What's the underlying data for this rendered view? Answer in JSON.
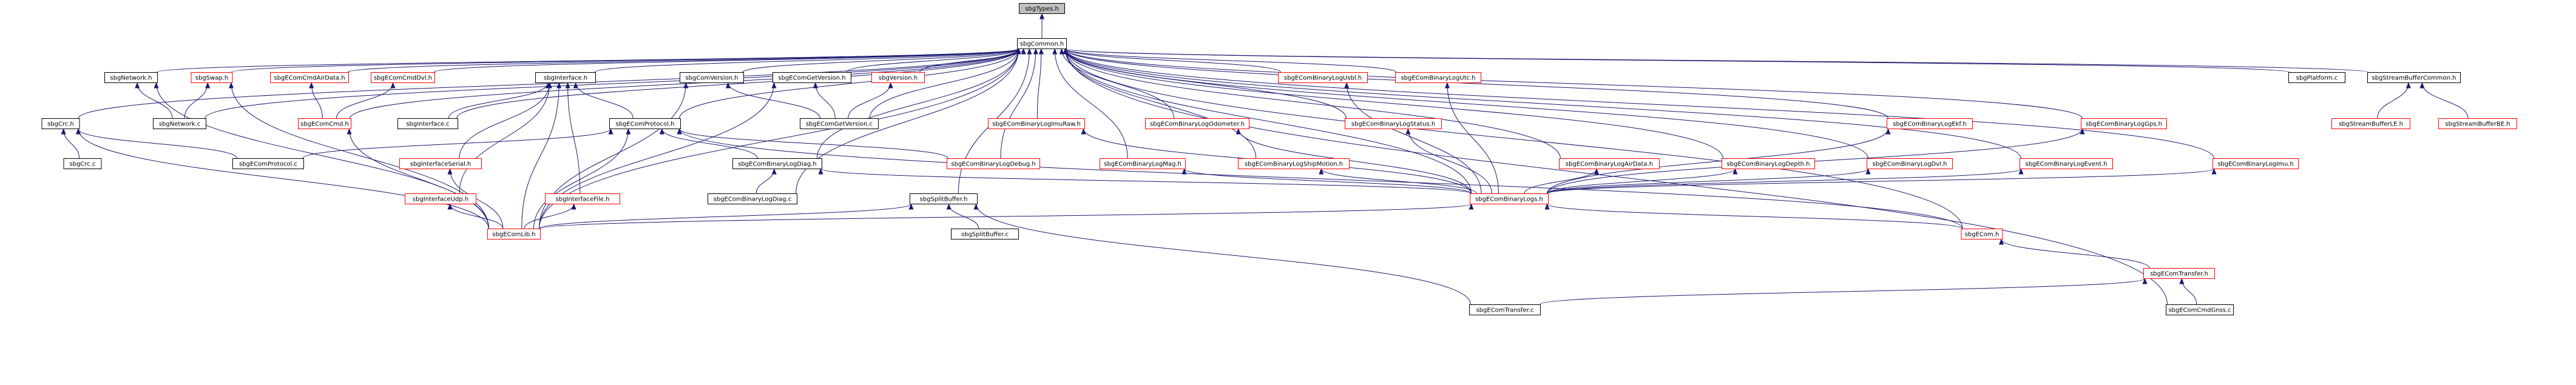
{
  "colors": {
    "edge": "#191970",
    "node_fill": "#ffffff",
    "node_border_default": "#000000",
    "node_border_missing": "#ff0000",
    "root_fill": "#bfbfbf"
  },
  "nodes": {
    "sbgTypes_h": {
      "label": "sbgTypes.h",
      "style": "root"
    },
    "sbgCommon_h": {
      "label": "sbgCommon.h",
      "style": "normal"
    },
    "sbgNetwork_h": {
      "label": "sbgNetwork.h",
      "style": "normal"
    },
    "sbgSwap_h": {
      "label": "sbgSwap.h",
      "style": "missing"
    },
    "sbgEComCmdAirData_h": {
      "label": "sbgEComCmdAirData.h",
      "style": "missing"
    },
    "sbgEComCmdDvl_h": {
      "label": "sbgEComCmdDvl.h",
      "style": "missing"
    },
    "sbgInterface_h": {
      "label": "sbgInterface.h",
      "style": "normal"
    },
    "sbgComVersion_h": {
      "label": "sbgComVersion.h",
      "style": "normal"
    },
    "sbgEComGetVersion_h": {
      "label": "sbgEComGetVersion.h",
      "style": "normal"
    },
    "sbgVersion_h": {
      "label": "sbgVersion.h",
      "style": "missing"
    },
    "sbgEComBinaryLogUsbl_h": {
      "label": "sbgEComBinaryLogUsbl.h",
      "style": "missing"
    },
    "sbgEComBinaryLogUtc_h": {
      "label": "sbgEComBinaryLogUtc.h",
      "style": "missing"
    },
    "sbgPlatform_c": {
      "label": "sbgPlatform.c",
      "style": "normal"
    },
    "sbgStreamBufferCommon_h": {
      "label": "sbgStreamBufferCommon.h",
      "style": "normal"
    },
    "sbgCrc_h": {
      "label": "sbgCrc.h",
      "style": "normal"
    },
    "sbgNetwork_c": {
      "label": "sbgNetwork.c",
      "style": "normal"
    },
    "sbgEComCmd_h": {
      "label": "sbgEComCmd.h",
      "style": "missing"
    },
    "sbgInterface_c": {
      "label": "sbgInterface.c",
      "style": "normal"
    },
    "sbgECom_Protocol_h": {
      "label": "sbgEComProtocol.h",
      "style": "normal"
    },
    "sbgEComGetVersion_c": {
      "label": "sbgEComGetVersion.c",
      "style": "normal"
    },
    "sbgEComBinaryLogImuRaw_h": {
      "label": "sbgEComBinaryLogImuRaw.h",
      "style": "missing"
    },
    "sbgEComBinaryLogOdometer_h": {
      "label": "sbgEComBinaryLogOdometer.h",
      "style": "missing"
    },
    "sbgEComBinaryLogStatus_h": {
      "label": "sbgEComBinaryLogStatus.h",
      "style": "missing"
    },
    "sbgEComBinaryLogEkf_h": {
      "label": "sbgEComBinaryLogEkf.h",
      "style": "missing"
    },
    "sbgEComBinaryLogGps_h": {
      "label": "sbgEComBinaryLogGps.h",
      "style": "missing"
    },
    "sbgStreamBufferLE_h": {
      "label": "sbgStreamBufferLE.h",
      "style": "missing"
    },
    "sbgStreamBufferBE_h": {
      "label": "sbgStreamBufferBE.h",
      "style": "missing"
    },
    "sbgCrc_c": {
      "label": "sbgCrc.c",
      "style": "normal"
    },
    "sbgEComProtocol_c": {
      "label": "sbgEComProtocol.c",
      "style": "normal"
    },
    "sbgInterfaceSerial_h": {
      "label": "sbgInterfaceSerial.h",
      "style": "missing"
    },
    "sbgEComBinaryLogDiag_h": {
      "label": "sbgEComBinaryLogDiag.h",
      "style": "normal"
    },
    "sbgEComBinaryLogDebug_h": {
      "label": "sbgEComBinaryLogDebug.h",
      "style": "missing"
    },
    "sbgEComBinaryLogMag_h": {
      "label": "sbgEComBinaryLogMag.h",
      "style": "missing"
    },
    "sbgEComBinaryLogShipMotion_h": {
      "label": "sbgEComBinaryLogShipMotion.h",
      "style": "missing"
    },
    "sbgEComBinaryLogAirData_h": {
      "label": "sbgEComBinaryLogAirData.h",
      "style": "missing"
    },
    "sbgEComBinaryLogDepth_h": {
      "label": "sbgEComBinaryLogDepth.h",
      "style": "missing"
    },
    "sbgEComBinaryLogDvl_h": {
      "label": "sbgEComBinaryLogDvl.h",
      "style": "missing"
    },
    "sbgEComBinaryLogEvent_h": {
      "label": "sbgEComBinaryLogEvent.h",
      "style": "missing"
    },
    "sbgEComBinaryLogImu_h": {
      "label": "sbgEComBinaryLogImu.h",
      "style": "missing"
    },
    "sbgInterfaceUdp_h": {
      "label": "sbgInterfaceUdp.h",
      "style": "missing"
    },
    "sbgInterfaceFile_h": {
      "label": "sbgInterfaceFile.h",
      "style": "missing"
    },
    "sbgEComBinaryLogDiag_c": {
      "label": "sbgEComBinaryLogDiag.c",
      "style": "normal"
    },
    "sbgSplitBuffer_h": {
      "label": "sbgSplitBuffer.h",
      "style": "normal"
    },
    "sbgEComBinaryLogs_h": {
      "label": "sbgEComBinaryLogs.h",
      "style": "missing"
    },
    "sbgEComLib_h": {
      "label": "sbgEComLib.h",
      "style": "missing"
    },
    "sbgSplitBuffer_c": {
      "label": "sbgSplitBuffer.c",
      "style": "normal"
    },
    "sbgECom_h": {
      "label": "sbgECom.h",
      "style": "missing"
    },
    "sbgEComTransfer_h": {
      "label": "sbgEComTransfer.h",
      "style": "missing"
    },
    "sbgEComTransfer_c": {
      "label": "sbgEComTransfer.c",
      "style": "normal"
    },
    "sbgEComCmdGnss_c": {
      "label": "sbgEComCmdGnss.c",
      "style": "normal"
    }
  },
  "edges": [
    [
      "sbgCommon_h",
      "sbgTypes_h"
    ],
    [
      "sbgNetwork_h",
      "sbgCommon_h"
    ],
    [
      "sbgSwap_h",
      "sbgCommon_h"
    ],
    [
      "sbgEComCmdAirData_h",
      "sbgCommon_h"
    ],
    [
      "sbgEComCmdDvl_h",
      "sbgCommon_h"
    ],
    [
      "sbgInterface_h",
      "sbgCommon_h"
    ],
    [
      "sbgComVersion_h",
      "sbgCommon_h"
    ],
    [
      "sbgEComGetVersion_h",
      "sbgCommon_h"
    ],
    [
      "sbgVersion_h",
      "sbgCommon_h"
    ],
    [
      "sbgEComBinaryLogUsbl_h",
      "sbgCommon_h"
    ],
    [
      "sbgEComBinaryLogUtc_h",
      "sbgCommon_h"
    ],
    [
      "sbgPlatform_c",
      "sbgCommon_h"
    ],
    [
      "sbgStreamBufferCommon_h",
      "sbgCommon_h"
    ],
    [
      "sbgCrc_h",
      "sbgCommon_h"
    ],
    [
      "sbgNetwork_c",
      "sbgCommon_h"
    ],
    [
      "sbgEComCmd_h",
      "sbgCommon_h"
    ],
    [
      "sbgInterface_c",
      "sbgCommon_h"
    ],
    [
      "sbgECom_Protocol_h",
      "sbgCommon_h"
    ],
    [
      "sbgEComGetVersion_c",
      "sbgCommon_h"
    ],
    [
      "sbgEComBinaryLogImuRaw_h",
      "sbgCommon_h"
    ],
    [
      "sbgEComBinaryLogOdometer_h",
      "sbgCommon_h"
    ],
    [
      "sbgEComBinaryLogStatus_h",
      "sbgCommon_h"
    ],
    [
      "sbgEComBinaryLogEkf_h",
      "sbgCommon_h"
    ],
    [
      "sbgEComBinaryLogGps_h",
      "sbgCommon_h"
    ],
    [
      "sbgEComBinaryLogDiag_h",
      "sbgCommon_h"
    ],
    [
      "sbgEComBinaryLogDebug_h",
      "sbgCommon_h"
    ],
    [
      "sbgEComBinaryLogMag_h",
      "sbgCommon_h"
    ],
    [
      "sbgEComBinaryLogShipMotion_h",
      "sbgCommon_h"
    ],
    [
      "sbgEComBinaryLogAirData_h",
      "sbgCommon_h"
    ],
    [
      "sbgEComBinaryLogDepth_h",
      "sbgCommon_h"
    ],
    [
      "sbgEComBinaryLogDvl_h",
      "sbgCommon_h"
    ],
    [
      "sbgEComBinaryLogEvent_h",
      "sbgCommon_h"
    ],
    [
      "sbgEComBinaryLogImu_h",
      "sbgCommon_h"
    ],
    [
      "sbgEComBinaryLogDiag_c",
      "sbgCommon_h"
    ],
    [
      "sbgSplitBuffer_h",
      "sbgCommon_h"
    ],
    [
      "sbgEComBinaryLogs_h",
      "sbgCommon_h"
    ],
    [
      "sbgEComLib_h",
      "sbgCommon_h"
    ],
    [
      "sbgECom_h",
      "sbgCommon_h"
    ],
    [
      "sbgEComCmdGnss_c",
      "sbgCommon_h"
    ],
    [
      "sbgNetwork_c",
      "sbgNetwork_h"
    ],
    [
      "sbgNetwork_c",
      "sbgSwap_h"
    ],
    [
      "sbgEComLib_h",
      "sbgNetwork_h"
    ],
    [
      "sbgEComLib_h",
      "sbgSwap_h"
    ],
    [
      "sbgEComCmd_h",
      "sbgEComCmdAirData_h"
    ],
    [
      "sbgEComCmd_h",
      "sbgEComCmdDvl_h"
    ],
    [
      "sbgEComLib_h",
      "sbgEComCmd_h"
    ],
    [
      "sbgInterface_c",
      "sbgInterface_h"
    ],
    [
      "sbgECom_Protocol_h",
      "sbgInterface_h"
    ],
    [
      "sbgInterfaceSerial_h",
      "sbgInterface_h"
    ],
    [
      "sbgInterfaceUdp_h",
      "sbgInterface_h"
    ],
    [
      "sbgInterfaceFile_h",
      "sbgInterface_h"
    ],
    [
      "sbgEComLib_h",
      "sbgInterface_h"
    ],
    [
      "sbgEComGetVersion_c",
      "sbgComVersion_h"
    ],
    [
      "sbgEComLib_h",
      "sbgComVersion_h"
    ],
    [
      "sbgEComGetVersion_c",
      "sbgEComGetVersion_h"
    ],
    [
      "sbgEComLib_h",
      "sbgEComGetVersion_h"
    ],
    [
      "sbgEComGetVersion_c",
      "sbgVersion_h"
    ],
    [
      "sbgEComBinaryLogs_h",
      "sbgEComBinaryLogUsbl_h"
    ],
    [
      "sbgEComBinaryLogs_h",
      "sbgEComBinaryLogUtc_h"
    ],
    [
      "sbgStreamBufferLE_h",
      "sbgStreamBufferCommon_h"
    ],
    [
      "sbgStreamBufferBE_h",
      "sbgStreamBufferCommon_h"
    ],
    [
      "sbgCrc_c",
      "sbgCrc_h"
    ],
    [
      "sbgEComProtocol_c",
      "sbgCrc_h"
    ],
    [
      "sbgEComLib_h",
      "sbgCrc_h"
    ],
    [
      "sbgEComProtocol_c",
      "sbgECom_Protocol_h"
    ],
    [
      "sbgEComBinaryLogDiag_h",
      "sbgECom_Protocol_h"
    ],
    [
      "sbgEComBinaryLogDebug_h",
      "sbgECom_Protocol_h"
    ],
    [
      "sbgEComLib_h",
      "sbgECom_Protocol_h"
    ],
    [
      "sbgECom_h",
      "sbgECom_Protocol_h"
    ],
    [
      "sbgEComLib_h",
      "sbgInterfaceSerial_h"
    ],
    [
      "sbgEComLib_h",
      "sbgInterfaceUdp_h"
    ],
    [
      "sbgEComLib_h",
      "sbgInterfaceFile_h"
    ],
    [
      "sbgEComBinaryLogDiag_c",
      "sbgEComBinaryLogDiag_h"
    ],
    [
      "sbgEComBinaryLogs_h",
      "sbgEComBinaryLogDiag_h"
    ],
    [
      "sbgEComBinaryLogs_h",
      "sbgEComBinaryLogImuRaw_h"
    ],
    [
      "sbgEComBinaryLogs_h",
      "sbgEComBinaryLogOdometer_h"
    ],
    [
      "sbgEComBinaryLogs_h",
      "sbgEComBinaryLogStatus_h"
    ],
    [
      "sbgEComBinaryLogs_h",
      "sbgEComBinaryLogEkf_h"
    ],
    [
      "sbgEComBinaryLogs_h",
      "sbgEComBinaryLogGps_h"
    ],
    [
      "sbgEComBinaryLogs_h",
      "sbgEComBinaryLogMag_h"
    ],
    [
      "sbgEComBinaryLogs_h",
      "sbgEComBinaryLogShipMotion_h"
    ],
    [
      "sbgEComBinaryLogs_h",
      "sbgEComBinaryLogAirData_h"
    ],
    [
      "sbgEComBinaryLogs_h",
      "sbgEComBinaryLogDepth_h"
    ],
    [
      "sbgEComBinaryLogs_h",
      "sbgEComBinaryLogDvl_h"
    ],
    [
      "sbgEComBinaryLogs_h",
      "sbgEComBinaryLogEvent_h"
    ],
    [
      "sbgEComBinaryLogs_h",
      "sbgEComBinaryLogImu_h"
    ],
    [
      "sbgEComLib_h",
      "sbgEComBinaryLogs_h"
    ],
    [
      "sbgECom_h",
      "sbgEComBinaryLogs_h"
    ],
    [
      "sbgEComLib_h",
      "sbgSplitBuffer_h"
    ],
    [
      "sbgSplitBuffer_c",
      "sbgSplitBuffer_h"
    ],
    [
      "sbgEComTransfer_c",
      "sbgSplitBuffer_h"
    ],
    [
      "sbgEComTransfer_h",
      "sbgECom_h"
    ],
    [
      "sbgEComTransfer_c",
      "sbgEComTransfer_h"
    ],
    [
      "sbgEComCmdGnss_c",
      "sbgEComTransfer_h"
    ]
  ]
}
